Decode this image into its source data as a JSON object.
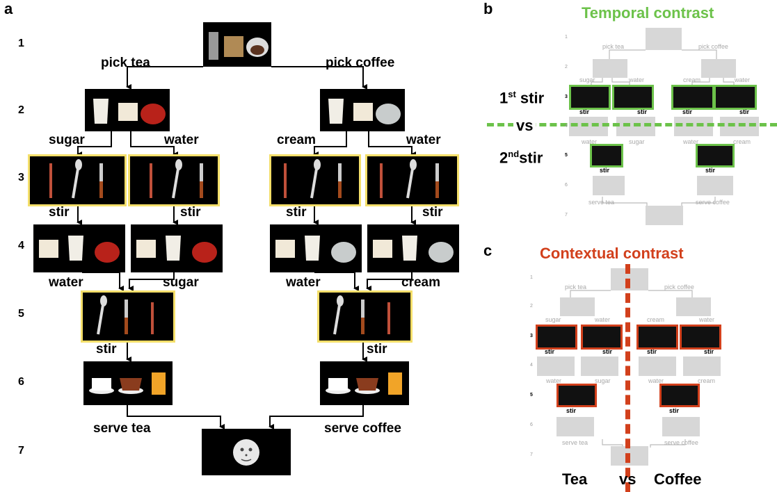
{
  "panels": {
    "a": "a",
    "b": "b",
    "c": "c"
  },
  "steps": [
    "1",
    "2",
    "3",
    "4",
    "5",
    "6",
    "7"
  ],
  "panel_a": {
    "pick_tea": "pick tea",
    "pick_coffee": "pick coffee",
    "sugar_l": "sugar",
    "water_l": "water",
    "cream_r": "cream",
    "water_r": "water",
    "stir_3a": "stir",
    "stir_3b": "stir",
    "stir_3c": "stir",
    "stir_3d": "stir",
    "water_4a": "water",
    "sugar_4b": "sugar",
    "water_4c": "water",
    "cream_4d": "cream",
    "stir_5l": "stir",
    "stir_5r": "stir",
    "serve_tea": "serve tea",
    "serve_coffee": "serve coffee"
  },
  "panel_b": {
    "title": "Temporal contrast",
    "first_stir": "1",
    "first_stir_sup": "st",
    "first_stir_word": " stir",
    "vs": "vs",
    "second_stir": "2",
    "second_stir_sup": "nd",
    "second_stir_word": "stir",
    "pick_tea": "pick tea",
    "pick_coffee": "pick coffee",
    "sugar": "sugar",
    "water_l": "water",
    "cream": "cream",
    "water_r": "water",
    "stir": "stir",
    "water_4": "water",
    "sugar_4": "sugar",
    "cream_4": "cream",
    "serve_tea": "serve tea",
    "serve_coffee": "serve coffee"
  },
  "panel_c": {
    "title": "Contextual contrast",
    "tea": "Tea",
    "vs": "vs",
    "coffee": "Coffee",
    "pick_tea": "pick tea",
    "pick_coffee": "pick coffee",
    "sugar": "sugar",
    "water_l": "water",
    "cream": "cream",
    "water_r": "water",
    "stir": "stir",
    "water_4": "water",
    "sugar_4": "sugar",
    "cream_4": "cream",
    "serve_tea": "serve tea",
    "serve_coffee": "serve coffee"
  },
  "colors": {
    "temporal": "#6cc24a",
    "contextual": "#d2401c",
    "highlight": "#f4df6a"
  }
}
